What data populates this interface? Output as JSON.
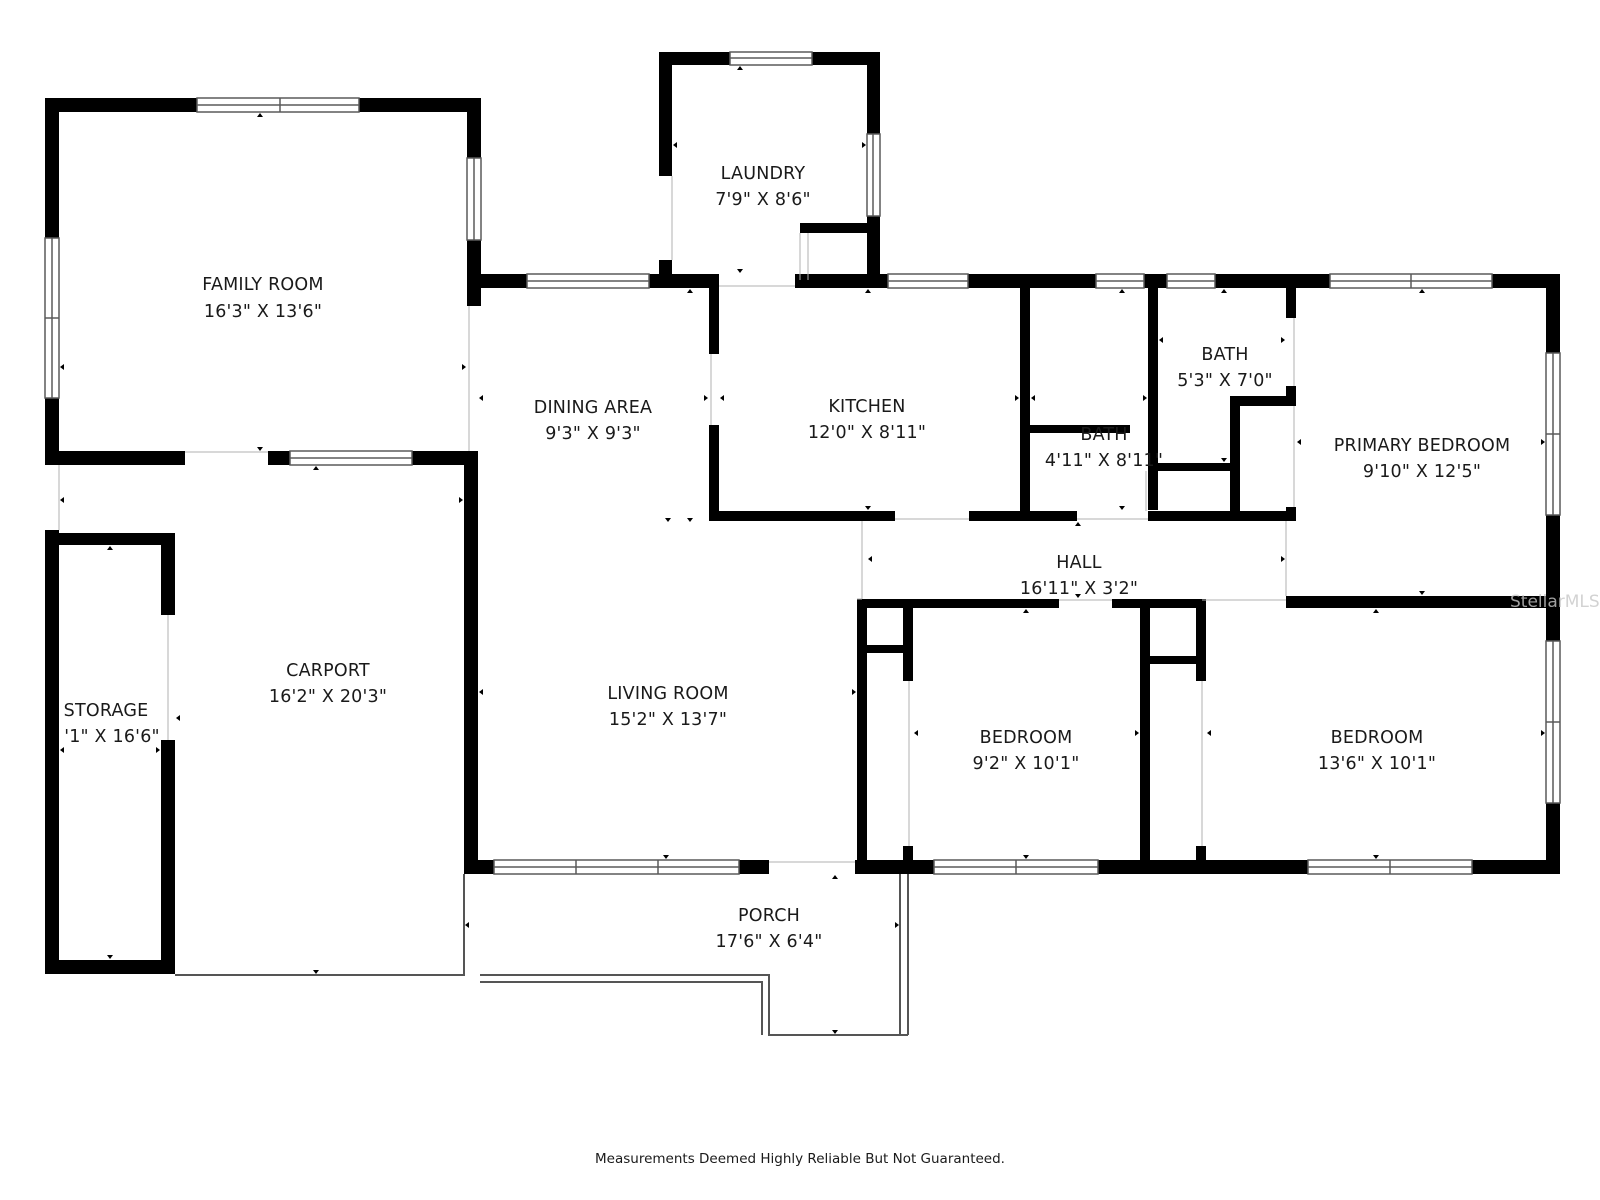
{
  "rooms": {
    "family_room": {
      "name": "FAMILY ROOM",
      "dims": "16'3\" X 13'6\""
    },
    "laundry": {
      "name": "LAUNDRY",
      "dims": "7'9\" X 8'6\""
    },
    "dining_area": {
      "name": "DINING AREA",
      "dims": "9'3\" X 9'3\""
    },
    "kitchen": {
      "name": "KITCHEN",
      "dims": "12'0\" X 8'11\""
    },
    "bath_small": {
      "name": "BATH",
      "dims": "4'11\" X 8'11\""
    },
    "bath_main": {
      "name": "BATH",
      "dims": "5'3\" X 7'0\""
    },
    "primary_bedroom": {
      "name": "PRIMARY BEDROOM",
      "dims": "9'10\" X 12'5\""
    },
    "hall": {
      "name": "HALL",
      "dims": "16'11\" X 3'2\""
    },
    "carport": {
      "name": "CARPORT",
      "dims": "16'2\" X 20'3\""
    },
    "storage": {
      "name": "STORAGE",
      "dims": "'1\" X 16'6\""
    },
    "living_room": {
      "name": "LIVING ROOM",
      "dims": "15'2\" X 13'7\""
    },
    "bedroom_1": {
      "name": "BEDROOM",
      "dims": "9'2\" X 10'1\""
    },
    "bedroom_2": {
      "name": "BEDROOM",
      "dims": "13'6\" X 10'1\""
    },
    "porch": {
      "name": "PORCH",
      "dims": "17'6\" X 6'4\""
    }
  },
  "disclaimer": "Measurements Deemed Highly Reliable But Not Guaranteed.",
  "watermark": "StellarMLS",
  "colors": {
    "wall": "#000000",
    "background": "#ffffff",
    "window": "#9a9a9a",
    "text": "#1a1a1a"
  }
}
